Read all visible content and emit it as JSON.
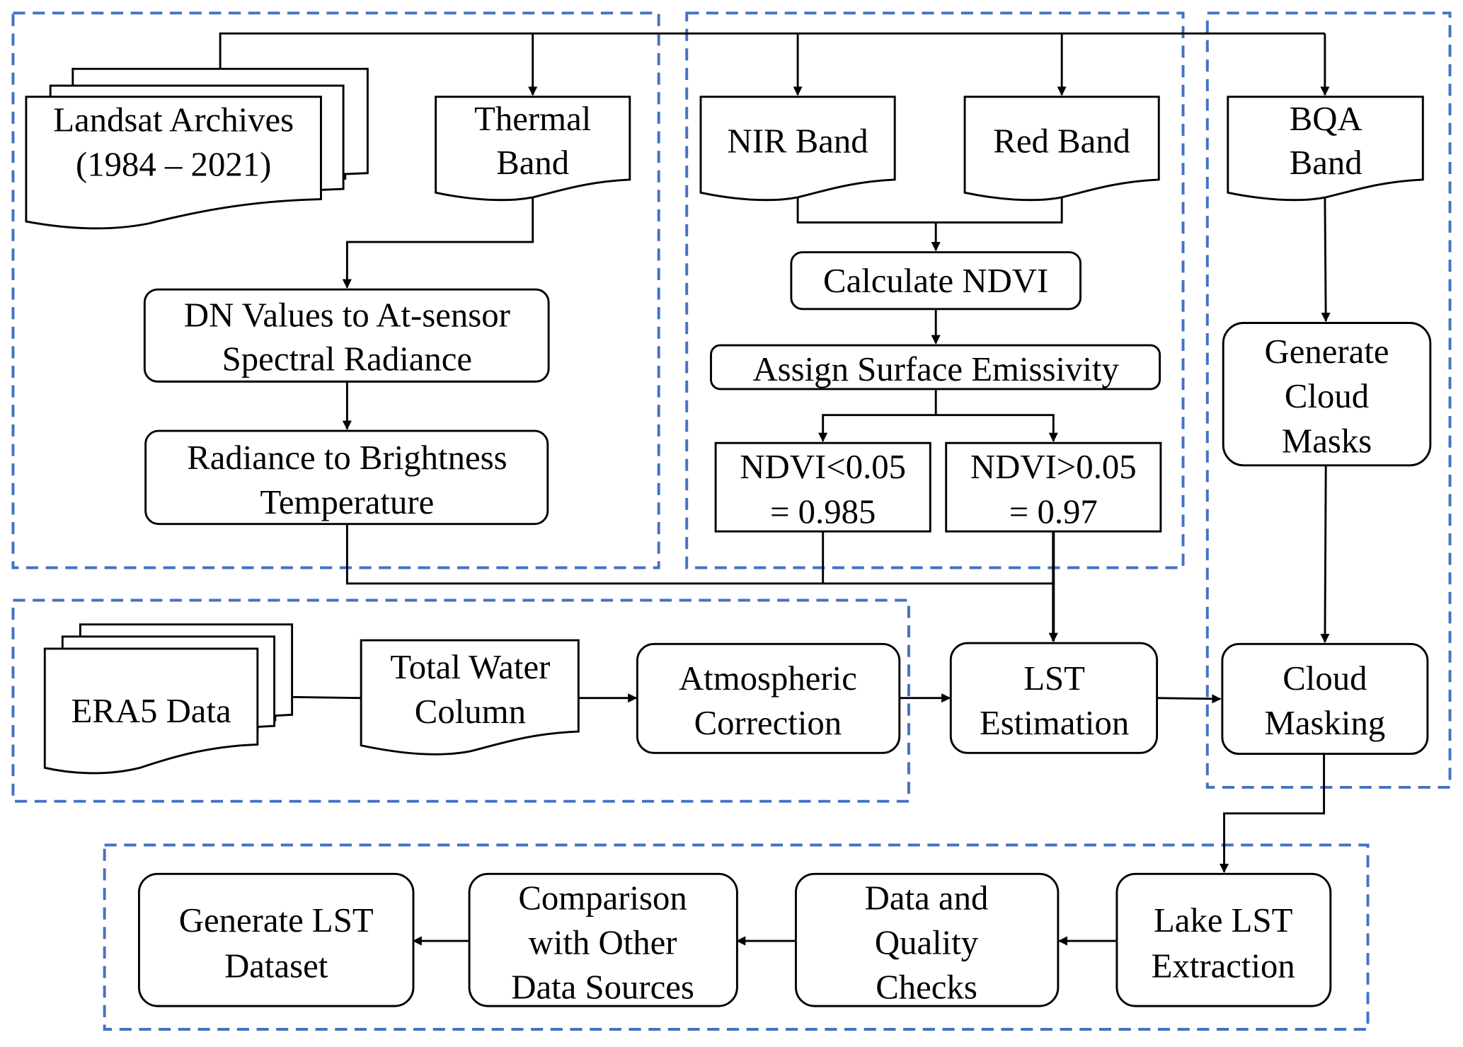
{
  "diagram": {
    "type": "flowchart",
    "colors": {
      "group_border": "#4472C4",
      "node_border": "#000000",
      "background": "#ffffff"
    },
    "nodes": {
      "landsat": {
        "shape": "multi-document",
        "lines": [
          "Landsat Archives",
          "(1984 – 2021)"
        ]
      },
      "thermal": {
        "shape": "document",
        "lines": [
          "Thermal",
          "Band"
        ]
      },
      "nir": {
        "shape": "document",
        "lines": [
          "NIR Band"
        ]
      },
      "red": {
        "shape": "document",
        "lines": [
          "Red Band"
        ]
      },
      "bqa": {
        "shape": "document",
        "lines": [
          "BQA",
          "Band"
        ]
      },
      "dn": {
        "shape": "rounded-rect",
        "lines": [
          "DN Values to At-sensor",
          "Spectral Radiance"
        ]
      },
      "radiance": {
        "shape": "rounded-rect",
        "lines": [
          "Radiance to Brightness",
          "Temperature"
        ]
      },
      "ndvi": {
        "shape": "rounded-rect",
        "lines": [
          "Calculate NDVI"
        ]
      },
      "emissivity": {
        "shape": "rounded-rect",
        "lines": [
          "Assign Surface Emissivity"
        ]
      },
      "ndvi_low": {
        "shape": "rect",
        "lines": [
          "NDVI<0.05",
          "= 0.985"
        ]
      },
      "ndvi_high": {
        "shape": "rect",
        "lines": [
          "NDVI>0.05",
          "= 0.97"
        ]
      },
      "cloudgen": {
        "shape": "rounded-rect",
        "lines": [
          "Generate",
          "Cloud",
          "Masks"
        ]
      },
      "era5": {
        "shape": "multi-document",
        "lines": [
          "ERA5 Data"
        ]
      },
      "water": {
        "shape": "document",
        "lines": [
          "Total Water",
          "Column"
        ]
      },
      "atmos": {
        "shape": "rounded-rect",
        "lines": [
          "Atmospheric",
          "Correction"
        ]
      },
      "lst": {
        "shape": "rounded-rect",
        "lines": [
          "LST",
          "Estimation"
        ]
      },
      "cloudmask": {
        "shape": "rounded-rect",
        "lines": [
          "Cloud",
          "Masking"
        ]
      },
      "lake": {
        "shape": "rounded-rect",
        "lines": [
          "Lake LST",
          "Extraction"
        ]
      },
      "checks": {
        "shape": "rounded-rect",
        "lines": [
          "Data and",
          "Quality",
          "Checks"
        ]
      },
      "compare": {
        "shape": "rounded-rect",
        "lines": [
          "Comparison",
          "with Other",
          "Data Sources"
        ]
      },
      "generate": {
        "shape": "rounded-rect",
        "lines": [
          "Generate LST",
          "Dataset"
        ]
      }
    },
    "edges": [
      [
        "landsat",
        "thermal"
      ],
      [
        "landsat",
        "nir"
      ],
      [
        "landsat",
        "red"
      ],
      [
        "landsat",
        "bqa"
      ],
      [
        "thermal",
        "dn"
      ],
      [
        "dn",
        "radiance"
      ],
      [
        "nir",
        "ndvi"
      ],
      [
        "red",
        "ndvi"
      ],
      [
        "ndvi",
        "emissivity"
      ],
      [
        "emissivity",
        "ndvi_low"
      ],
      [
        "emissivity",
        "ndvi_high"
      ],
      [
        "radiance",
        "lst"
      ],
      [
        "ndvi_low",
        "lst"
      ],
      [
        "ndvi_high",
        "lst"
      ],
      [
        "bqa",
        "cloudgen"
      ],
      [
        "cloudgen",
        "cloudmask"
      ],
      [
        "era5",
        "water"
      ],
      [
        "water",
        "atmos"
      ],
      [
        "atmos",
        "lst"
      ],
      [
        "lst",
        "cloudmask"
      ],
      [
        "cloudmask",
        "lake"
      ],
      [
        "lake",
        "checks"
      ],
      [
        "checks",
        "compare"
      ],
      [
        "compare",
        "generate"
      ]
    ]
  }
}
